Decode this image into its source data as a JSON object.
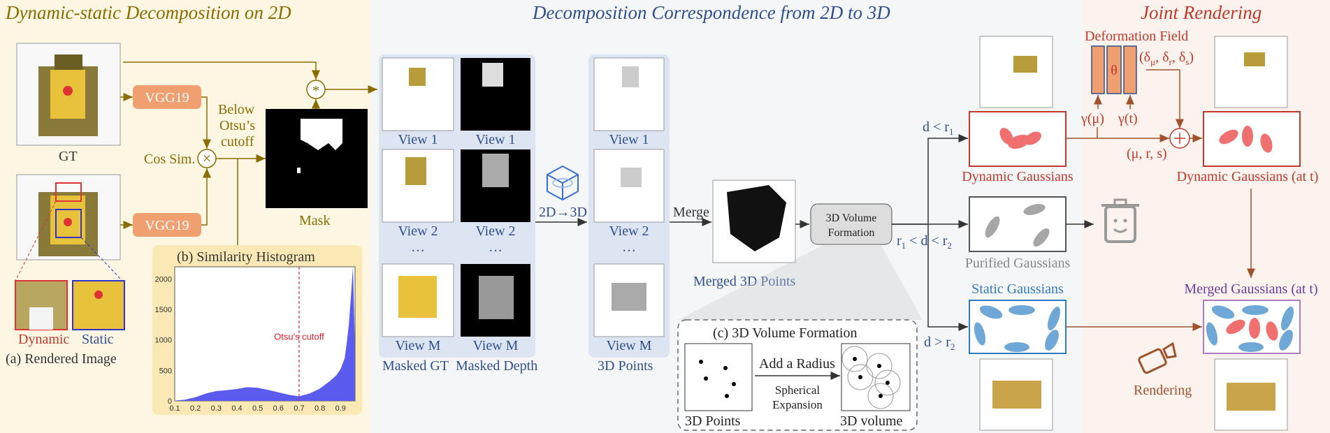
{
  "colors": {
    "gold": "#8a6d00",
    "blue": "#2f4f8f",
    "red": "#c0392b",
    "brown": "#a0522d",
    "purple": "#6a3d9a",
    "gray": "#888888",
    "vgg": "#f0a070",
    "dyn_ellipse": "#f07070",
    "static_ellipse": "#6fa8d6",
    "gray_ellipse": "#a6a6a6"
  },
  "left_panel": {
    "title": "Dynamic-static Decomposition on 2D",
    "gt_label": "GT",
    "vgg_label": "VGG19",
    "cos_sim": "Cos Sim.",
    "below": "Below",
    "otsu": "Otsu’s",
    "cutoff": "cutoff",
    "mask_label": "Mask",
    "dynamic_label": "Dynamic",
    "static_label": "Static",
    "rendered_label": "(a) Rendered Image"
  },
  "histogram": {
    "title": "(b) Similarity Histogram",
    "cutoff_label": "Otsu's cutoff",
    "y_ticks": [
      "0",
      "500",
      "1000",
      "1500",
      "2000"
    ],
    "x_ticks": [
      "0.1",
      "0.2",
      "0.3",
      "0.4",
      "0.5",
      "0.6",
      "0.7",
      "0.8",
      "0.9"
    ]
  },
  "chart_data": {
    "type": "area",
    "title": "(b) Similarity Histogram",
    "xlabel": "",
    "ylabel": "",
    "xlim": [
      0.1,
      0.97
    ],
    "ylim": [
      0,
      2200
    ],
    "cutoff_x": 0.7,
    "series": [
      {
        "x": [
          0.1,
          0.15,
          0.2,
          0.25,
          0.3,
          0.35,
          0.4,
          0.45,
          0.5,
          0.55,
          0.6,
          0.65,
          0.7,
          0.75,
          0.8,
          0.85,
          0.88,
          0.9,
          0.92,
          0.93,
          0.94,
          0.95,
          0.96,
          0.97
        ],
        "values": [
          5,
          20,
          60,
          120,
          160,
          175,
          195,
          225,
          215,
          180,
          140,
          100,
          75,
          120,
          200,
          330,
          420,
          520,
          700,
          950,
          1250,
          1700,
          2200,
          800
        ]
      }
    ]
  },
  "middle_panel": {
    "title": "Decomposition Correspondence from 2D to 3D",
    "view1": "View 1",
    "view2": "View 2",
    "viewM": "View M",
    "dots": "…",
    "masked_gt": "Masked GT",
    "masked_depth": "Masked Depth",
    "points_3d": "3D Points",
    "to3d": "2D→3D",
    "merge": "Merge",
    "merged": "Merged 3D Points",
    "volume_box": [
      "3D Volume",
      "Formation"
    ]
  },
  "volume_panel": {
    "title": "(c) 3D Volume Formation",
    "add_radius": "Add a Radius",
    "spherical": "Spherical",
    "expansion": "Expansion",
    "points": "3D Points",
    "volume": "3D volume"
  },
  "gaussians": {
    "cond1": "d < r",
    "cond2_a": "r",
    "cond2_b": " < d < r",
    "cond3": "d > r",
    "sub1": "1",
    "sub2": "2",
    "dynamic": "Dynamic Gaussians",
    "purified": "Purified Gaussians",
    "static": "Static Gaussians"
  },
  "right_panel": {
    "title": "Joint Rendering",
    "deformation": "Deformation Field",
    "theta": "θ",
    "delta": "(δ",
    "gamma_mu": "γ(μ)",
    "gamma_t": "γ(t)",
    "mu_r_s": "(μ, r, s)",
    "dyn_at_t": "Dynamic Gaussians (at t)",
    "merged_at_t": "Merged Gaussians (at t)",
    "rendering": "Rendering"
  }
}
